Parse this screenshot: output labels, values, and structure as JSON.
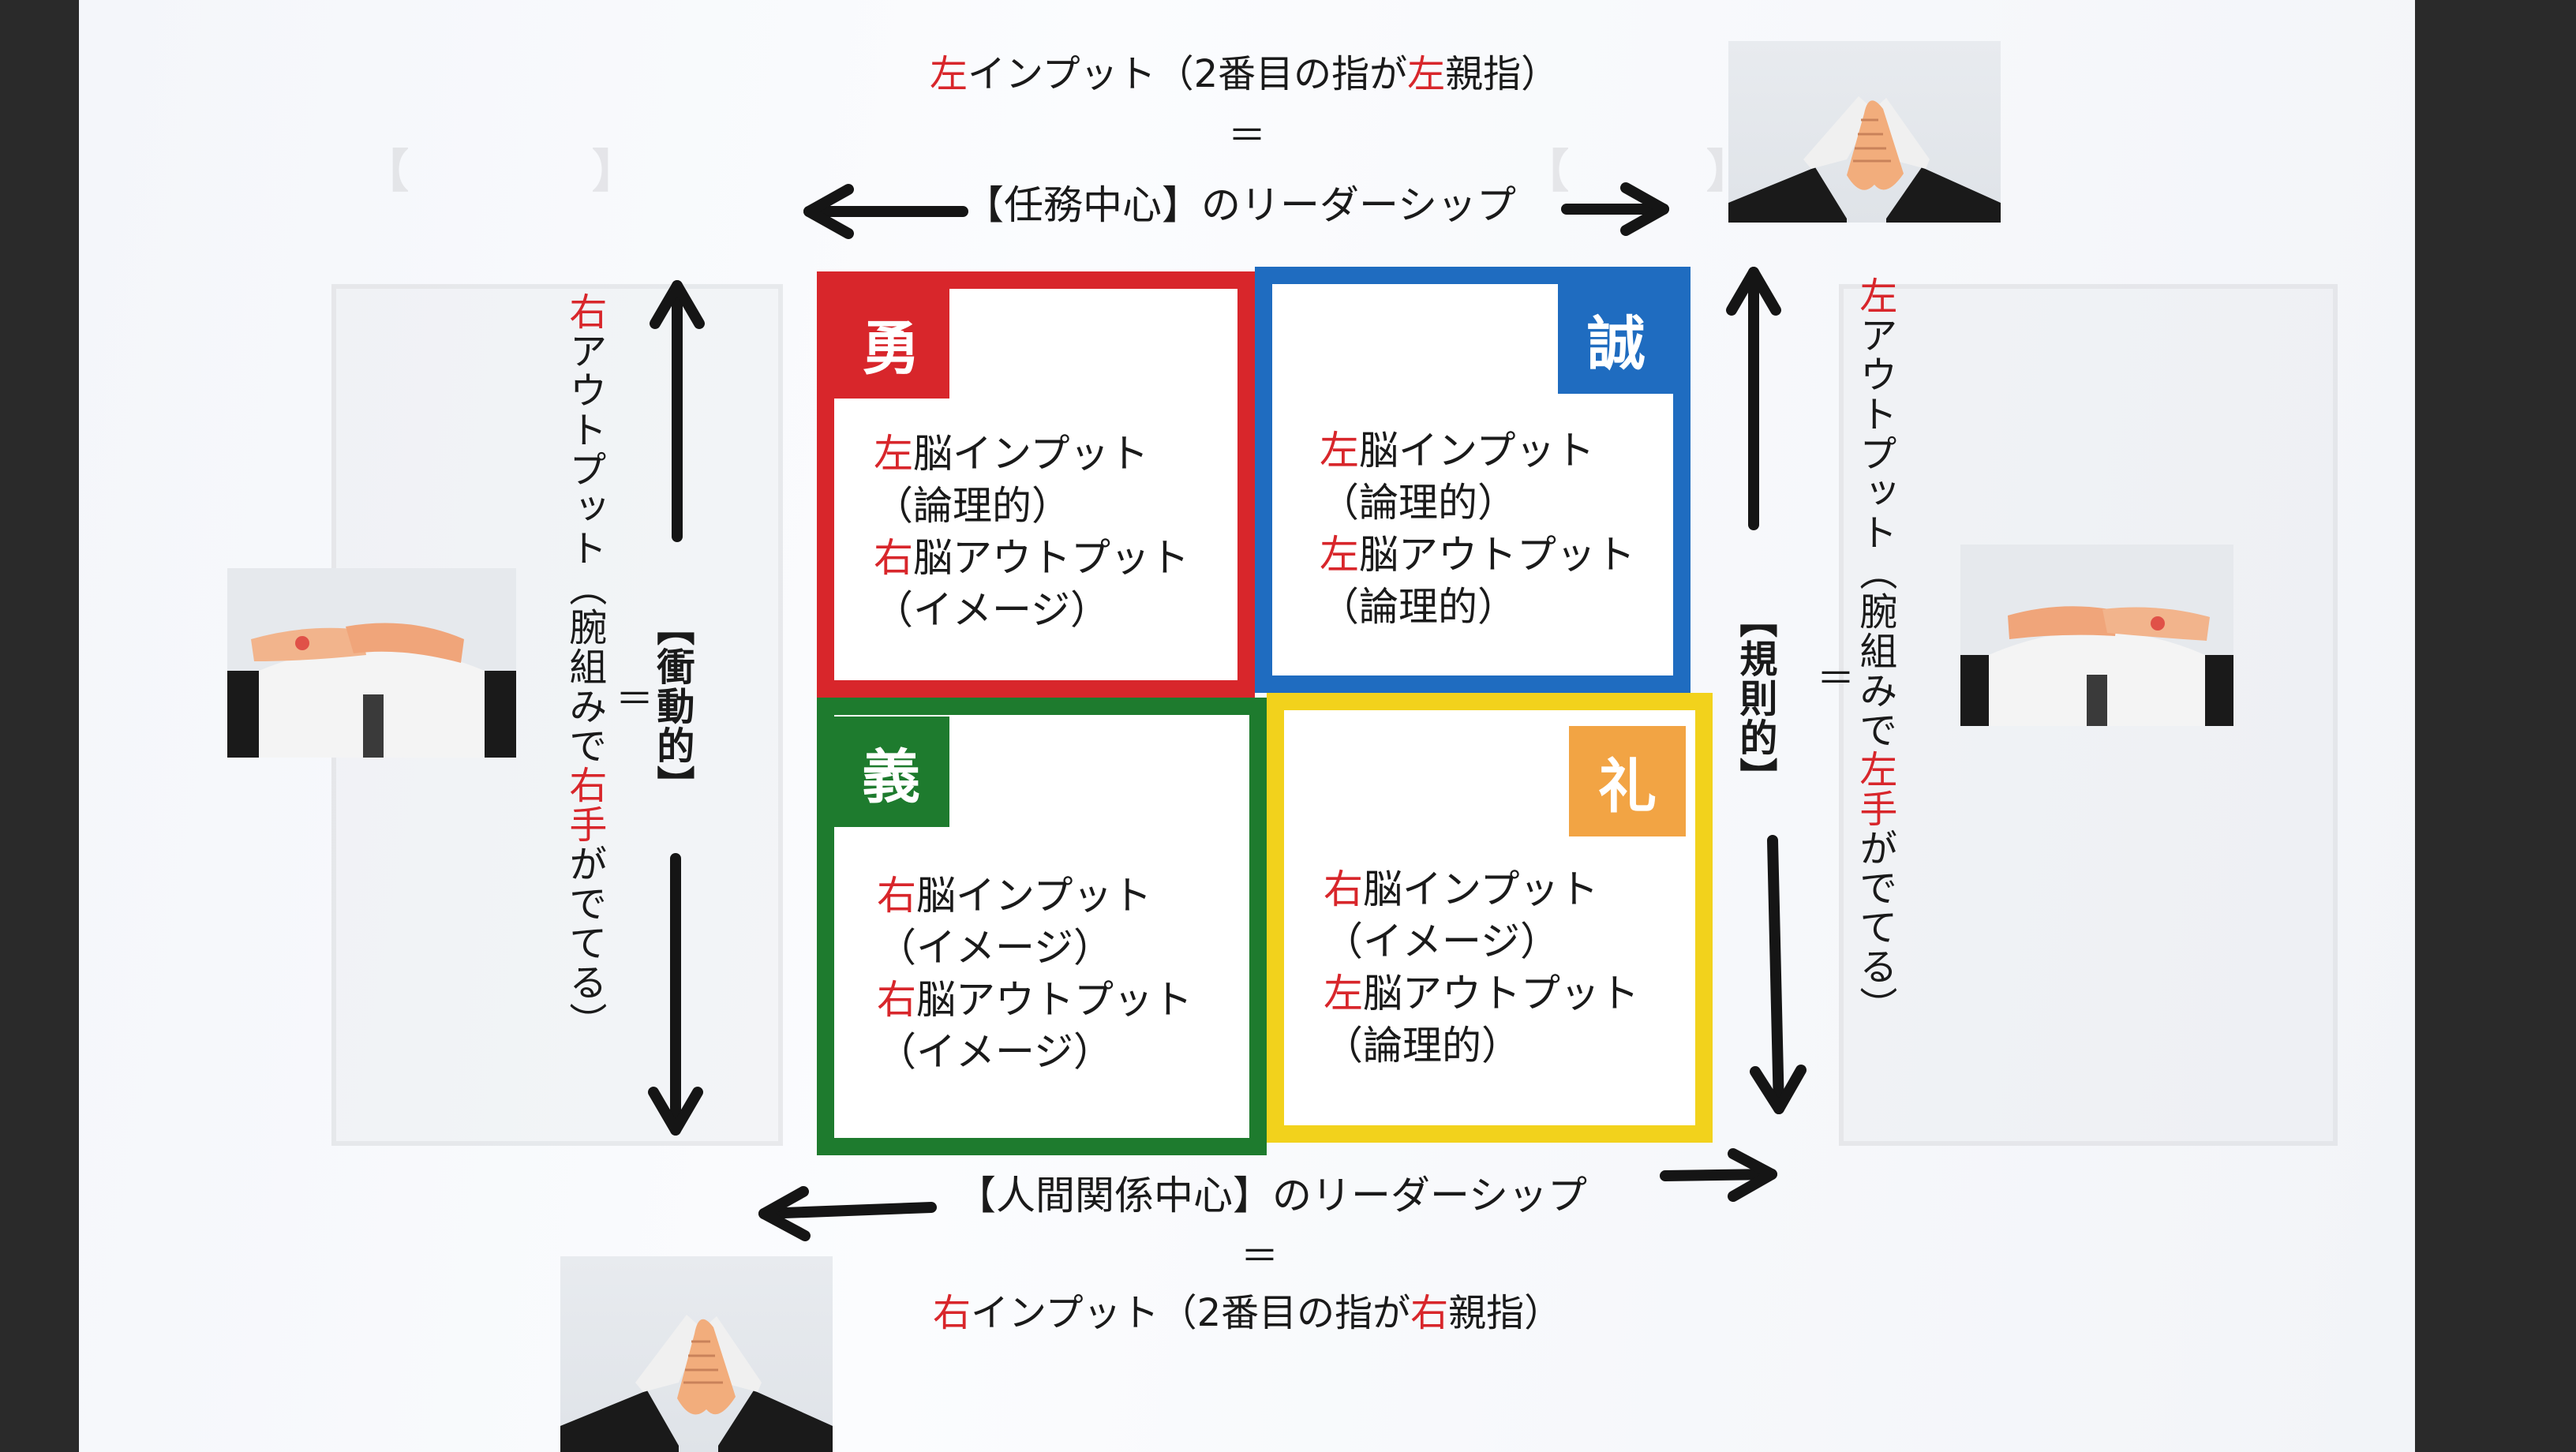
{
  "colors": {
    "red": "#d8262b",
    "blue": "#1f6cc0",
    "green": "#1e7b2e",
    "yellow": "#f2d21c",
    "orange": "#f2a444"
  },
  "top": {
    "caption": {
      "p1": "左",
      "p2": "インプット（2番目の指が",
      "p3": "左",
      "p4": "親指）"
    },
    "equals": "＝",
    "leadership": "【任務中心】のリーダーシップ"
  },
  "bottom": {
    "leadership": "【人間関係中心】のリーダーシップ",
    "equals": "＝",
    "caption": {
      "p1": "右",
      "p2": "インプット（2番目の指が",
      "p3": "右",
      "p4": "親指）"
    }
  },
  "left": {
    "axis_label": "【衝動的】",
    "equals": "＝",
    "caption": {
      "p1": "右",
      "p2": "アウトプット（腕組みで",
      "p3": "右手",
      "p4": "がでてる）"
    }
  },
  "right": {
    "axis_label": "【規則的】",
    "equals": "＝",
    "caption": {
      "p1": "左",
      "p2": "アウトプット（腕組みで",
      "p3": "左手",
      "p4": "がでてる）"
    }
  },
  "quadrants": [
    {
      "badge": "勇",
      "lines": [
        {
          "red": "左",
          "rest": "脳インプット"
        },
        {
          "red": "",
          "rest": "（論理的）"
        },
        {
          "red": "右",
          "rest": "脳アウトプット"
        },
        {
          "red": "",
          "rest": "（イメージ）"
        }
      ]
    },
    {
      "badge": "誠",
      "lines": [
        {
          "red": "左",
          "rest": "脳インプット"
        },
        {
          "red": "",
          "rest": "（論理的）"
        },
        {
          "red": "左",
          "rest": "脳アウトプット"
        },
        {
          "red": "",
          "rest": "（論理的）"
        }
      ]
    },
    {
      "badge": "義",
      "lines": [
        {
          "red": "右",
          "rest": "脳インプット"
        },
        {
          "red": "",
          "rest": "（イメージ）"
        },
        {
          "red": "右",
          "rest": "脳アウトプット"
        },
        {
          "red": "",
          "rest": "（イメージ）"
        }
      ]
    },
    {
      "badge": "礼",
      "lines": [
        {
          "red": "右",
          "rest": "脳インプット"
        },
        {
          "red": "",
          "rest": "（イメージ）"
        },
        {
          "red": "左",
          "rest": "脳アウトプット"
        },
        {
          "red": "",
          "rest": "（論理的）"
        }
      ]
    }
  ]
}
